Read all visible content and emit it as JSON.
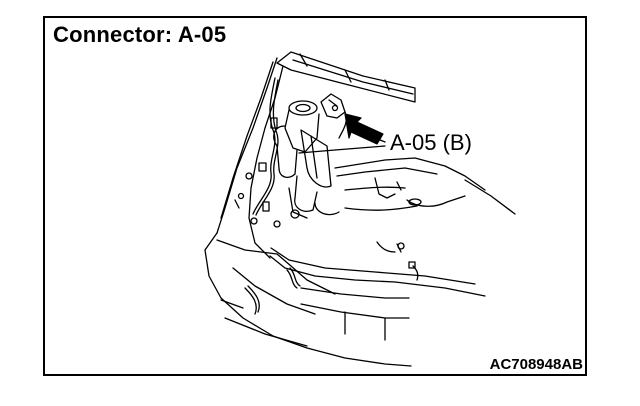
{
  "diagram": {
    "title": "Connector: A-05",
    "callout_label": "A-05 (B)",
    "figure_id": "AC708948AB",
    "line_color": "#000000",
    "background_color": "#ffffff"
  }
}
